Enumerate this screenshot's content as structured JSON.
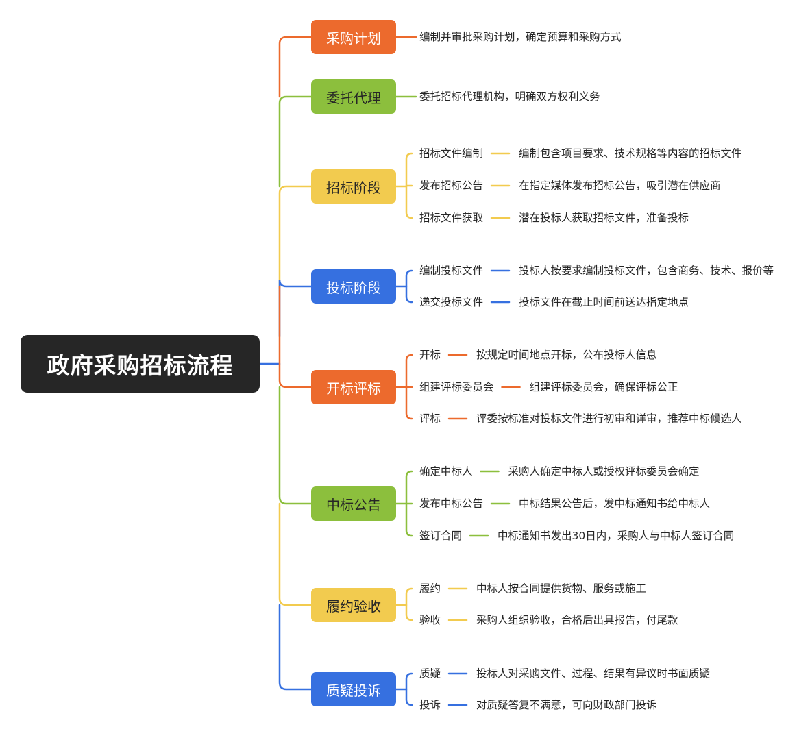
{
  "title": "政府采购招标流程",
  "colors": {
    "root": "#262626",
    "orange": "#ec6a2d",
    "green": "#8cbf3d",
    "yellow": "#f2cb4f",
    "blue": "#3670e0"
  },
  "stages": [
    {
      "label": "采购计划",
      "color": "orange",
      "text_color": "#ffffff",
      "description": "编制并审批采购计划，确定预算和采购方式",
      "steps": []
    },
    {
      "label": "委托代理",
      "color": "green",
      "text_color": "#262626",
      "description": "委托招标代理机构，明确双方权利义务",
      "steps": []
    },
    {
      "label": "招标阶段",
      "color": "yellow",
      "text_color": "#262626",
      "steps": [
        {
          "name": "招标文件编制",
          "detail": "编制包含项目要求、技术规格等内容的招标文件"
        },
        {
          "name": "发布招标公告",
          "detail": "在指定媒体发布招标公告，吸引潜在供应商"
        },
        {
          "name": "招标文件获取",
          "detail": "潜在投标人获取招标文件，准备投标"
        }
      ]
    },
    {
      "label": "投标阶段",
      "color": "blue",
      "text_color": "#ffffff",
      "steps": [
        {
          "name": "编制投标文件",
          "detail": "投标人按要求编制投标文件，包含商务、技术、报价等"
        },
        {
          "name": "递交投标文件",
          "detail": "投标文件在截止时间前送达指定地点"
        }
      ]
    },
    {
      "label": "开标评标",
      "color": "orange",
      "text_color": "#ffffff",
      "steps": [
        {
          "name": "开标",
          "detail": "按规定时间地点开标，公布投标人信息"
        },
        {
          "name": "组建评标委员会",
          "detail": "组建评标委员会，确保评标公正"
        },
        {
          "name": "评标",
          "detail": "评委按标准对投标文件进行初审和详审，推荐中标候选人"
        }
      ]
    },
    {
      "label": "中标公告",
      "color": "green",
      "text_color": "#262626",
      "steps": [
        {
          "name": "确定中标人",
          "detail": "采购人确定中标人或授权评标委员会确定"
        },
        {
          "name": "发布中标公告",
          "detail": "中标结果公告后，发中标通知书给中标人"
        },
        {
          "name": "签订合同",
          "detail": "中标通知书发出30日内，采购人与中标人签订合同"
        }
      ]
    },
    {
      "label": "履约验收",
      "color": "yellow",
      "text_color": "#262626",
      "steps": [
        {
          "name": "履约",
          "detail": "中标人按合同提供货物、服务或施工"
        },
        {
          "name": "验收",
          "detail": "采购人组织验收，合格后出具报告，付尾款"
        }
      ]
    },
    {
      "label": "质疑投诉",
      "color": "blue",
      "text_color": "#ffffff",
      "steps": [
        {
          "name": "质疑",
          "detail": "投标人对采购文件、过程、结果有异议时书面质疑"
        },
        {
          "name": "投诉",
          "detail": "对质疑答复不满意，可向财政部门投诉"
        }
      ]
    }
  ]
}
